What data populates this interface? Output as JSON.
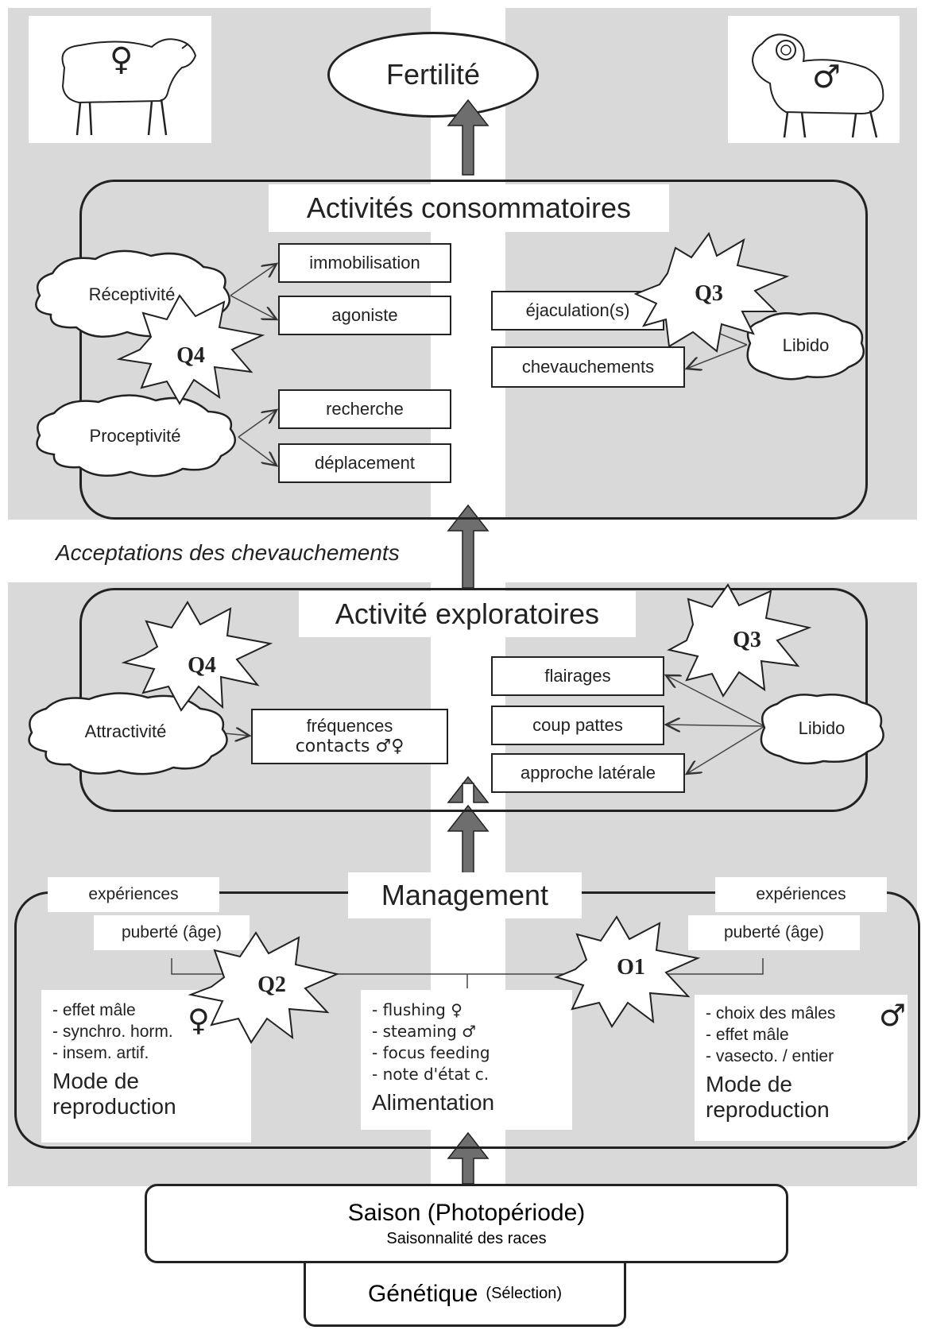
{
  "top": {
    "fertility": "Fertilité",
    "female_symbol": "♀",
    "male_symbol": "♂"
  },
  "consummatory": {
    "title": "Activités consommatoires",
    "receptivity": "Réceptivité",
    "proceptivity": "Proceptivité",
    "libido": "Libido",
    "female_boxes": [
      "immobilisation",
      "agoniste",
      "recherche",
      "déplacement"
    ],
    "male_boxes": [
      "éjaculation(s)",
      "chevauchements"
    ]
  },
  "acceptation_label": "Acceptations des chevauchements",
  "exploratory": {
    "title": "Activité exploratoires",
    "attractivity": "Attractivité",
    "contacts_line1": "fréquences",
    "contacts_line2": "contacts ♂♀",
    "libido": "Libido",
    "male_boxes": [
      "flairages",
      "coup pattes",
      "approche latérale"
    ]
  },
  "management": {
    "title": "Management",
    "left_experiences": "expériences",
    "left_puberty": "puberté (âge)",
    "right_experiences": "expériences",
    "right_puberty": "puberté (âge)",
    "left_items": [
      "- effet mâle",
      "- synchro. horm.",
      "- insem.  artif."
    ],
    "left_symbol": "♀",
    "left_title_1": "Mode de",
    "left_title_2": "reproduction",
    "center_items": [
      "-   flushing ♀",
      "-   steaming ♂",
      "-   focus feeding",
      "-   note d'état c."
    ],
    "center_title": "Alimentation",
    "right_items": [
      "-   choix des mâles",
      "-   effet mâle",
      "-   vasecto. / entier"
    ],
    "right_symbol": "♂",
    "right_title_1": "Mode de",
    "right_title_2": "reproduction"
  },
  "season": {
    "title": "Saison (Photopériode)",
    "subtitle": "Saisonnalité des races"
  },
  "genetics": {
    "title": "Génétique",
    "subtitle": "(Sélection)"
  },
  "questions": {
    "q1": "O1",
    "q2": "Q2",
    "q3_top": "Q3",
    "q3_mid": "Q3",
    "q4_top": "Q4",
    "q4_mid": "Q4"
  }
}
